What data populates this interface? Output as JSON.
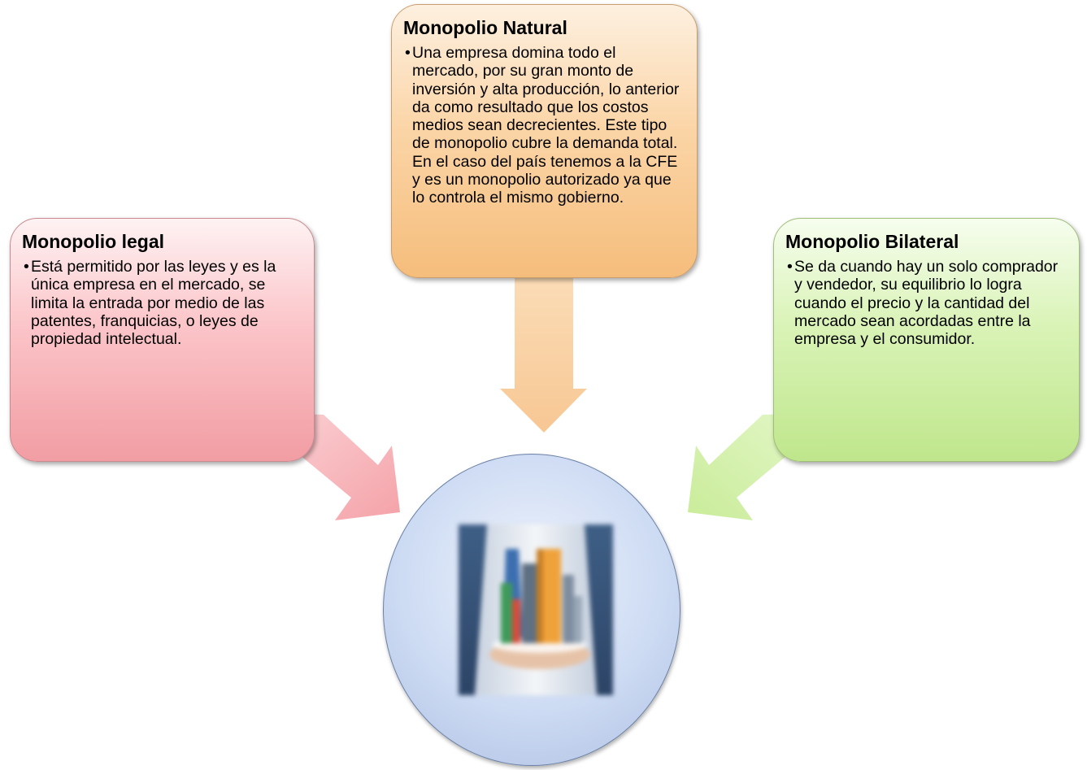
{
  "cards": {
    "legal": {
      "title": "Monopolio legal",
      "text": "Está permitido por las leyes y es la única empresa en el mercado, se limita la entrada por medio de las patentes, franquicias, o leyes de propiedad intelectual.",
      "color": "#f6a9ae"
    },
    "natural": {
      "title": "Monopolio Natural",
      "text": "Una empresa domina todo el mercado, por su gran monto de inversión y alta producción, lo anterior da como resultado que los costos medios sean decrecientes. Este tipo de monopolio cubre la demanda total. En el caso del país tenemos a la CFE y es un monopolio autorizado ya que lo controla el mismo gobierno.",
      "color": "#f9c98f"
    },
    "bilateral": {
      "title": "Monopolio Bilateral",
      "text": "Se da cuando hay un solo comprador y vendedor, su equilibrio lo logra cuando el precio y la cantidad del mercado sean acordadas entre la empresa y el consumidor.",
      "color": "#cdeea0"
    }
  },
  "bullet": "•",
  "center": {
    "image_icon": "businessman-holding-city-icon",
    "circle_color": "#c9d7f2"
  }
}
